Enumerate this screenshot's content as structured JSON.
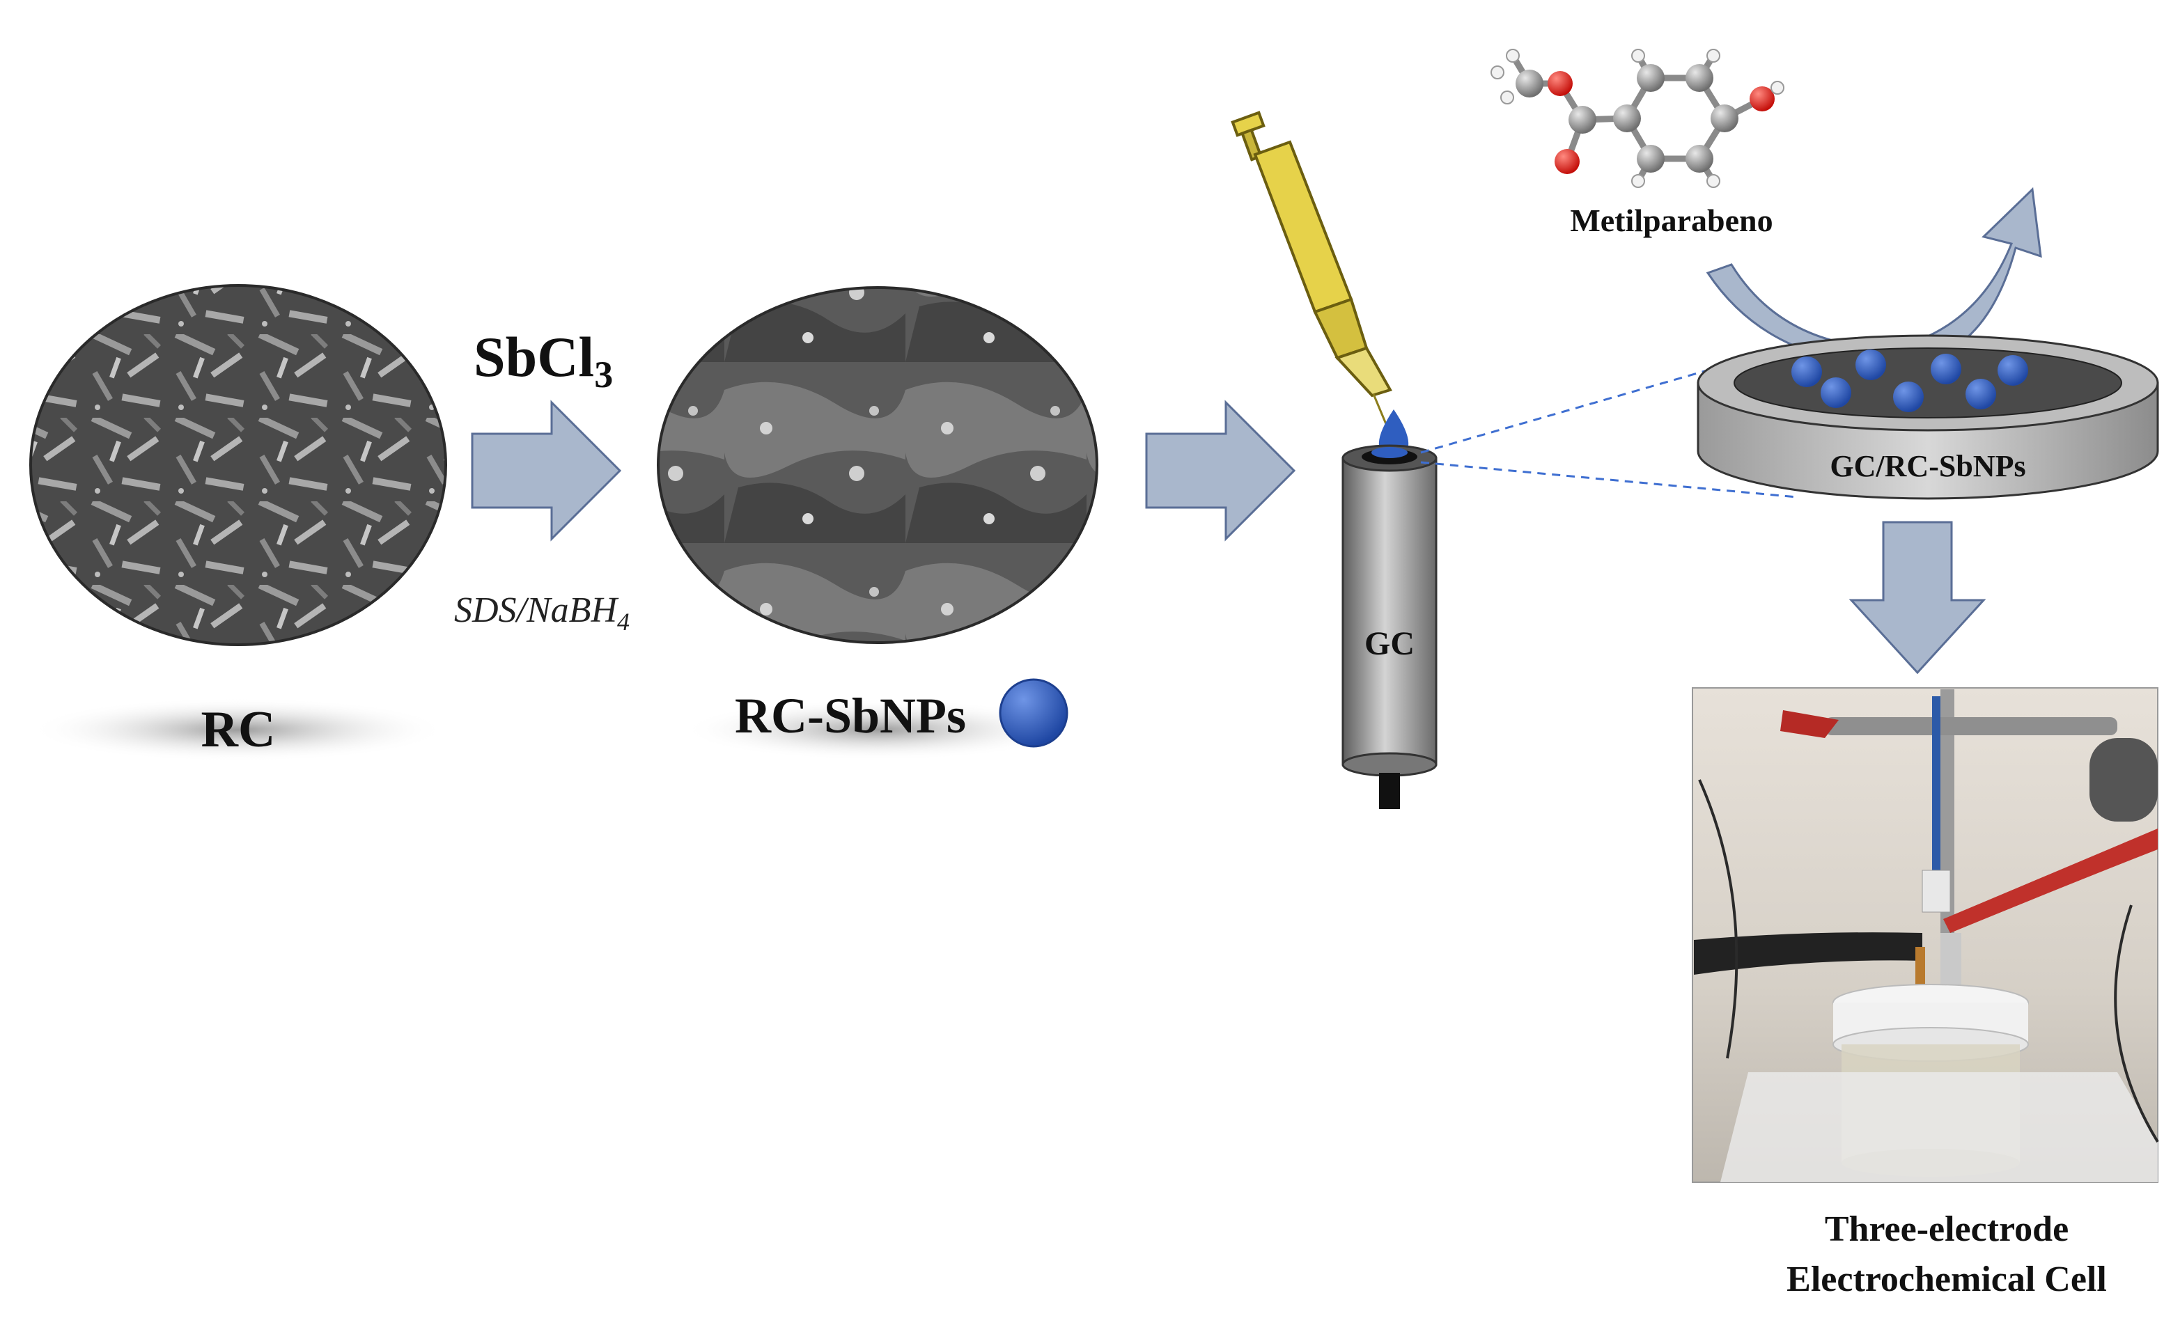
{
  "labels": {
    "rc": "RC",
    "reagent": "SbCl",
    "reagent_sub": "3",
    "conditions": "SDS/NaBH",
    "conditions_sub": "4",
    "rc_sbnps": "RC-SbNPs",
    "gc": "GC",
    "molecule": "Metilparabeno",
    "modified_electrode": "GC/RC-SbNPs",
    "cell_line1": "Three-electrode",
    "cell_line2": "Electrochemical Cell"
  },
  "colors": {
    "arrow_fill": "#a9b7cc",
    "arrow_stroke": "#5a6e96",
    "nanoparticle": "#2f5ec0",
    "guide_line": "#3f6fd1",
    "pipette": "#e6d24a",
    "electrode": "#8a8a8a",
    "oxygen": "#e0201b",
    "carbon": "#9a9a9a"
  },
  "icons": [
    "sem-image-rc",
    "sem-image-rc-sbnps",
    "process-arrow",
    "micropipette-icon",
    "droplet-icon",
    "glassy-carbon-electrode",
    "molecule-structure",
    "curved-arrow",
    "electrode-surface-disk",
    "down-arrow",
    "electrochemical-cell-photo"
  ]
}
